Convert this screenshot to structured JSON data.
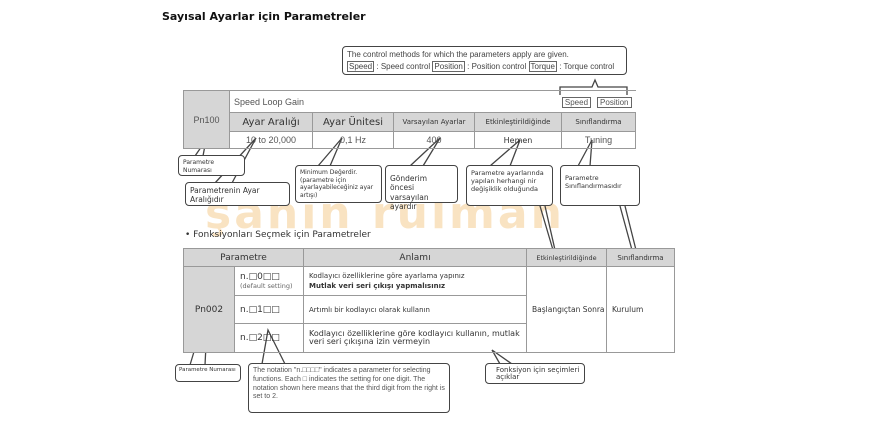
{
  "title": "Sayısal Ayarlar için Parametreler",
  "watermark": "şahin rulman",
  "control_note": {
    "line1": "The control methods for which the parameters apply are given.",
    "speed_tag": "Speed",
    "speed_desc": ": Speed control",
    "position_tag": "Position",
    "position_desc": ": Position control",
    "torque_tag": "Torque",
    "torque_desc": ": Torque control"
  },
  "table1": {
    "param": "Pn100",
    "name": "Speed Loop Gain",
    "tags": [
      "Speed",
      "Position"
    ],
    "headers": [
      "Ayar Aralığı",
      "Ayar Ünitesi",
      "Varsayılan Ayarlar",
      "Etkinleştirildiğinde",
      "Sınıflandırma"
    ],
    "values": [
      "10 to 20,000",
      "0,1 Hz",
      "400",
      "Hemen",
      "Tuning"
    ]
  },
  "callouts1": {
    "param_no": "Parametre Numarası",
    "range": "Parametrenin Ayar Aralığıdır",
    "min": "Minimum Değerdir. (parametre için ayarlayabileceğiniz ayar artışı)",
    "default": "Gönderim öncesi varsayılan ayardır",
    "effective": "Parametre ayarlarında yapılan herhangi nir değişiklik olduğunda",
    "class": "Parametre Sınıflandırmasıdır"
  },
  "section_title": "Fonksiyonları Seçmek için Parametreler",
  "table2": {
    "headers": [
      "Parametre",
      "Anlamı",
      "Etkinleştirildiğinde",
      "Sınıflandırma"
    ],
    "param": "Pn002",
    "rows": [
      {
        "code": "n.□0□□",
        "note": "(default setting)",
        "meaning": "Kodlayıcı özelliklerine göre ayarlama yapınız",
        "meaning_bold": "Mutlak veri seri çıkışı yapmalısınız"
      },
      {
        "code": "n.□1□□",
        "meaning": "Artımlı bir kodlayıcı olarak kullanın"
      },
      {
        "code": "n.□2□□",
        "meaning": "Kodlayıcı özelliklerine göre kodlayıcı kullanın, mutlak veri seri çıkışına izin vermeyin"
      }
    ],
    "effective": "Başlangıçtan Sonra",
    "class": "Kurulum"
  },
  "callouts2": {
    "param_no": "Parametre Numarası",
    "notation": "The notation \"n.□□□□\" indicates a parameter for selecting functions. Each □ indicates the setting for one digit. The notation shown here means that the third digit from the right is set to 2.",
    "explain": "Fonksiyon için seçimleri açıklar"
  }
}
